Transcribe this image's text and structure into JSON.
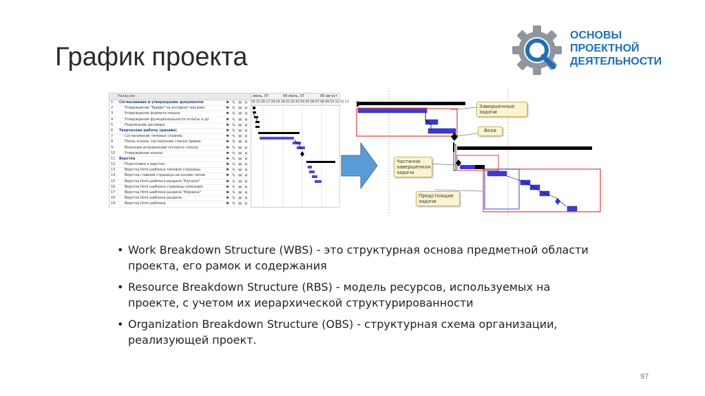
{
  "slide": {
    "title": "График проекта",
    "page_number": "97"
  },
  "logo": {
    "line1": "ОСНОВЫ",
    "line2": "ПРОЕКТНОЙ",
    "line3": "ДЕЯТЕЛЬНОСТИ",
    "colors": {
      "gear": "#8f969d",
      "lens": "#1f6fb5"
    }
  },
  "figure": {
    "wbs_header": "Название",
    "wbs_rows": [
      {
        "num": "1",
        "name": "Согласование и утверждение документов",
        "bold": true
      },
      {
        "num": "2",
        "name": "Утверждение \"брифа\" на интернет магазин",
        "bold": false
      },
      {
        "num": "3",
        "name": "Утверждение формата показа",
        "bold": false
      },
      {
        "num": "4",
        "name": "Утверждение функциональности оплаты и до",
        "bold": false
      },
      {
        "num": "5",
        "name": "Подписание договора",
        "bold": false
      },
      {
        "num": "6",
        "name": "Творческие работы (дизайн)",
        "bold": true
      },
      {
        "num": "7",
        "name": "Согласование типовых страниц",
        "bold": false
      },
      {
        "num": "8",
        "name": "Показ эскиза, составление списка правок",
        "bold": false
      },
      {
        "num": "9",
        "name": "Внесение исправлений согласно списка",
        "bold": false
      },
      {
        "num": "10",
        "name": "Утверждение эскиза",
        "bold": false
      },
      {
        "num": "11",
        "name": "Верстка",
        "bold": true
      },
      {
        "num": "12",
        "name": "Подготовка к верстке",
        "bold": false
      },
      {
        "num": "13",
        "name": "Верстка html-шаблона типовой страницы",
        "bold": false
      },
      {
        "num": "14",
        "name": "Верстка главной страницы на основе типов",
        "bold": false
      },
      {
        "num": "15",
        "name": "Верстка html-шаблона раздела \"Каталог\"",
        "bold": false
      },
      {
        "num": "16",
        "name": "Верстка html-шаблона страницы описания",
        "bold": false
      },
      {
        "num": "17",
        "name": "Верстка html-шаблона раздела \"Корзина\"",
        "bold": false
      },
      {
        "num": "18",
        "name": "Верстка html-шаблона раздела",
        "bold": false
      },
      {
        "num": "19",
        "name": "Верстка html-шаблона",
        "bold": false
      }
    ],
    "row_icons": "⚑ ✎ ✉ ✕",
    "gantt_months": [
      "июнь, 07",
      "09 июль, 07",
      "09 август"
    ],
    "gantt_days": "24 25 26 27 28 29 30 01 02 03 04 05 06 07 08 09 10 11 12 13",
    "callouts": {
      "completed": "Завершенные задачи",
      "milestones": "Вехи",
      "partial": "Частично завершенная задача",
      "upcoming": "Предстоящие задачи"
    },
    "colors": {
      "task_bar": "#3a3ad9",
      "summary_bar": "#000000",
      "highlight_box": "#e23a3a",
      "arrow": "#5b9bd5",
      "callout_fill": "#fbf4cf"
    }
  },
  "bullets": [
    {
      "text": "Work Breakdown Structure (WBS) - это структурная основа предметной области проекта, его рамок и содержания"
    },
    {
      "text": "Resource Breakdown Structure (RBS) - модель ресурсов, используемых на проекте, с учетом их иерархической структурированности"
    },
    {
      "text": "Organization Breakdown Structure (OBS) - структурная схема организации, реализующей проект."
    }
  ]
}
